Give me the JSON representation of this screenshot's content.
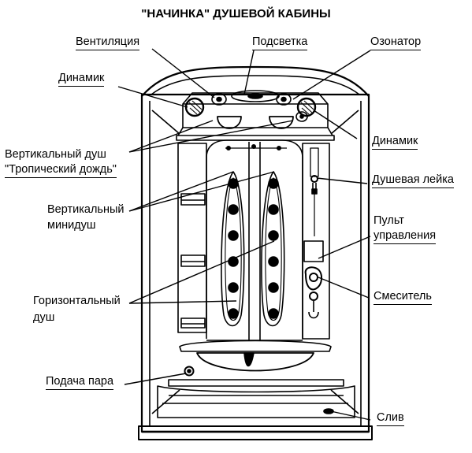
{
  "title": "\"НАЧИНКА\" ДУШЕВОЙ КАБИНЫ",
  "labels": {
    "ventilation": "Вентиляция",
    "backlight": "Подсветка",
    "ozonator": "Озонатор",
    "speaker_left": "Динамик",
    "speaker_right": "Динамик",
    "vertical_shower_l1": "Вертикальный душ",
    "vertical_shower_l2": "\"Тропический дождь\"",
    "hand_shower": "Душевая лейка",
    "control_panel_l1": "Пульт",
    "control_panel_l2": "управления",
    "vertical_minishower_l1": "Вертикальный",
    "vertical_minishower_l2": "минидуш",
    "mixer": "Смеситель",
    "horizontal_shower_l1": "Горизонтальный",
    "horizontal_shower_l2": "душ",
    "steam_supply": "Подача пара",
    "drain": "Слив"
  },
  "colors": {
    "line": "#000000",
    "background": "#ffffff"
  }
}
